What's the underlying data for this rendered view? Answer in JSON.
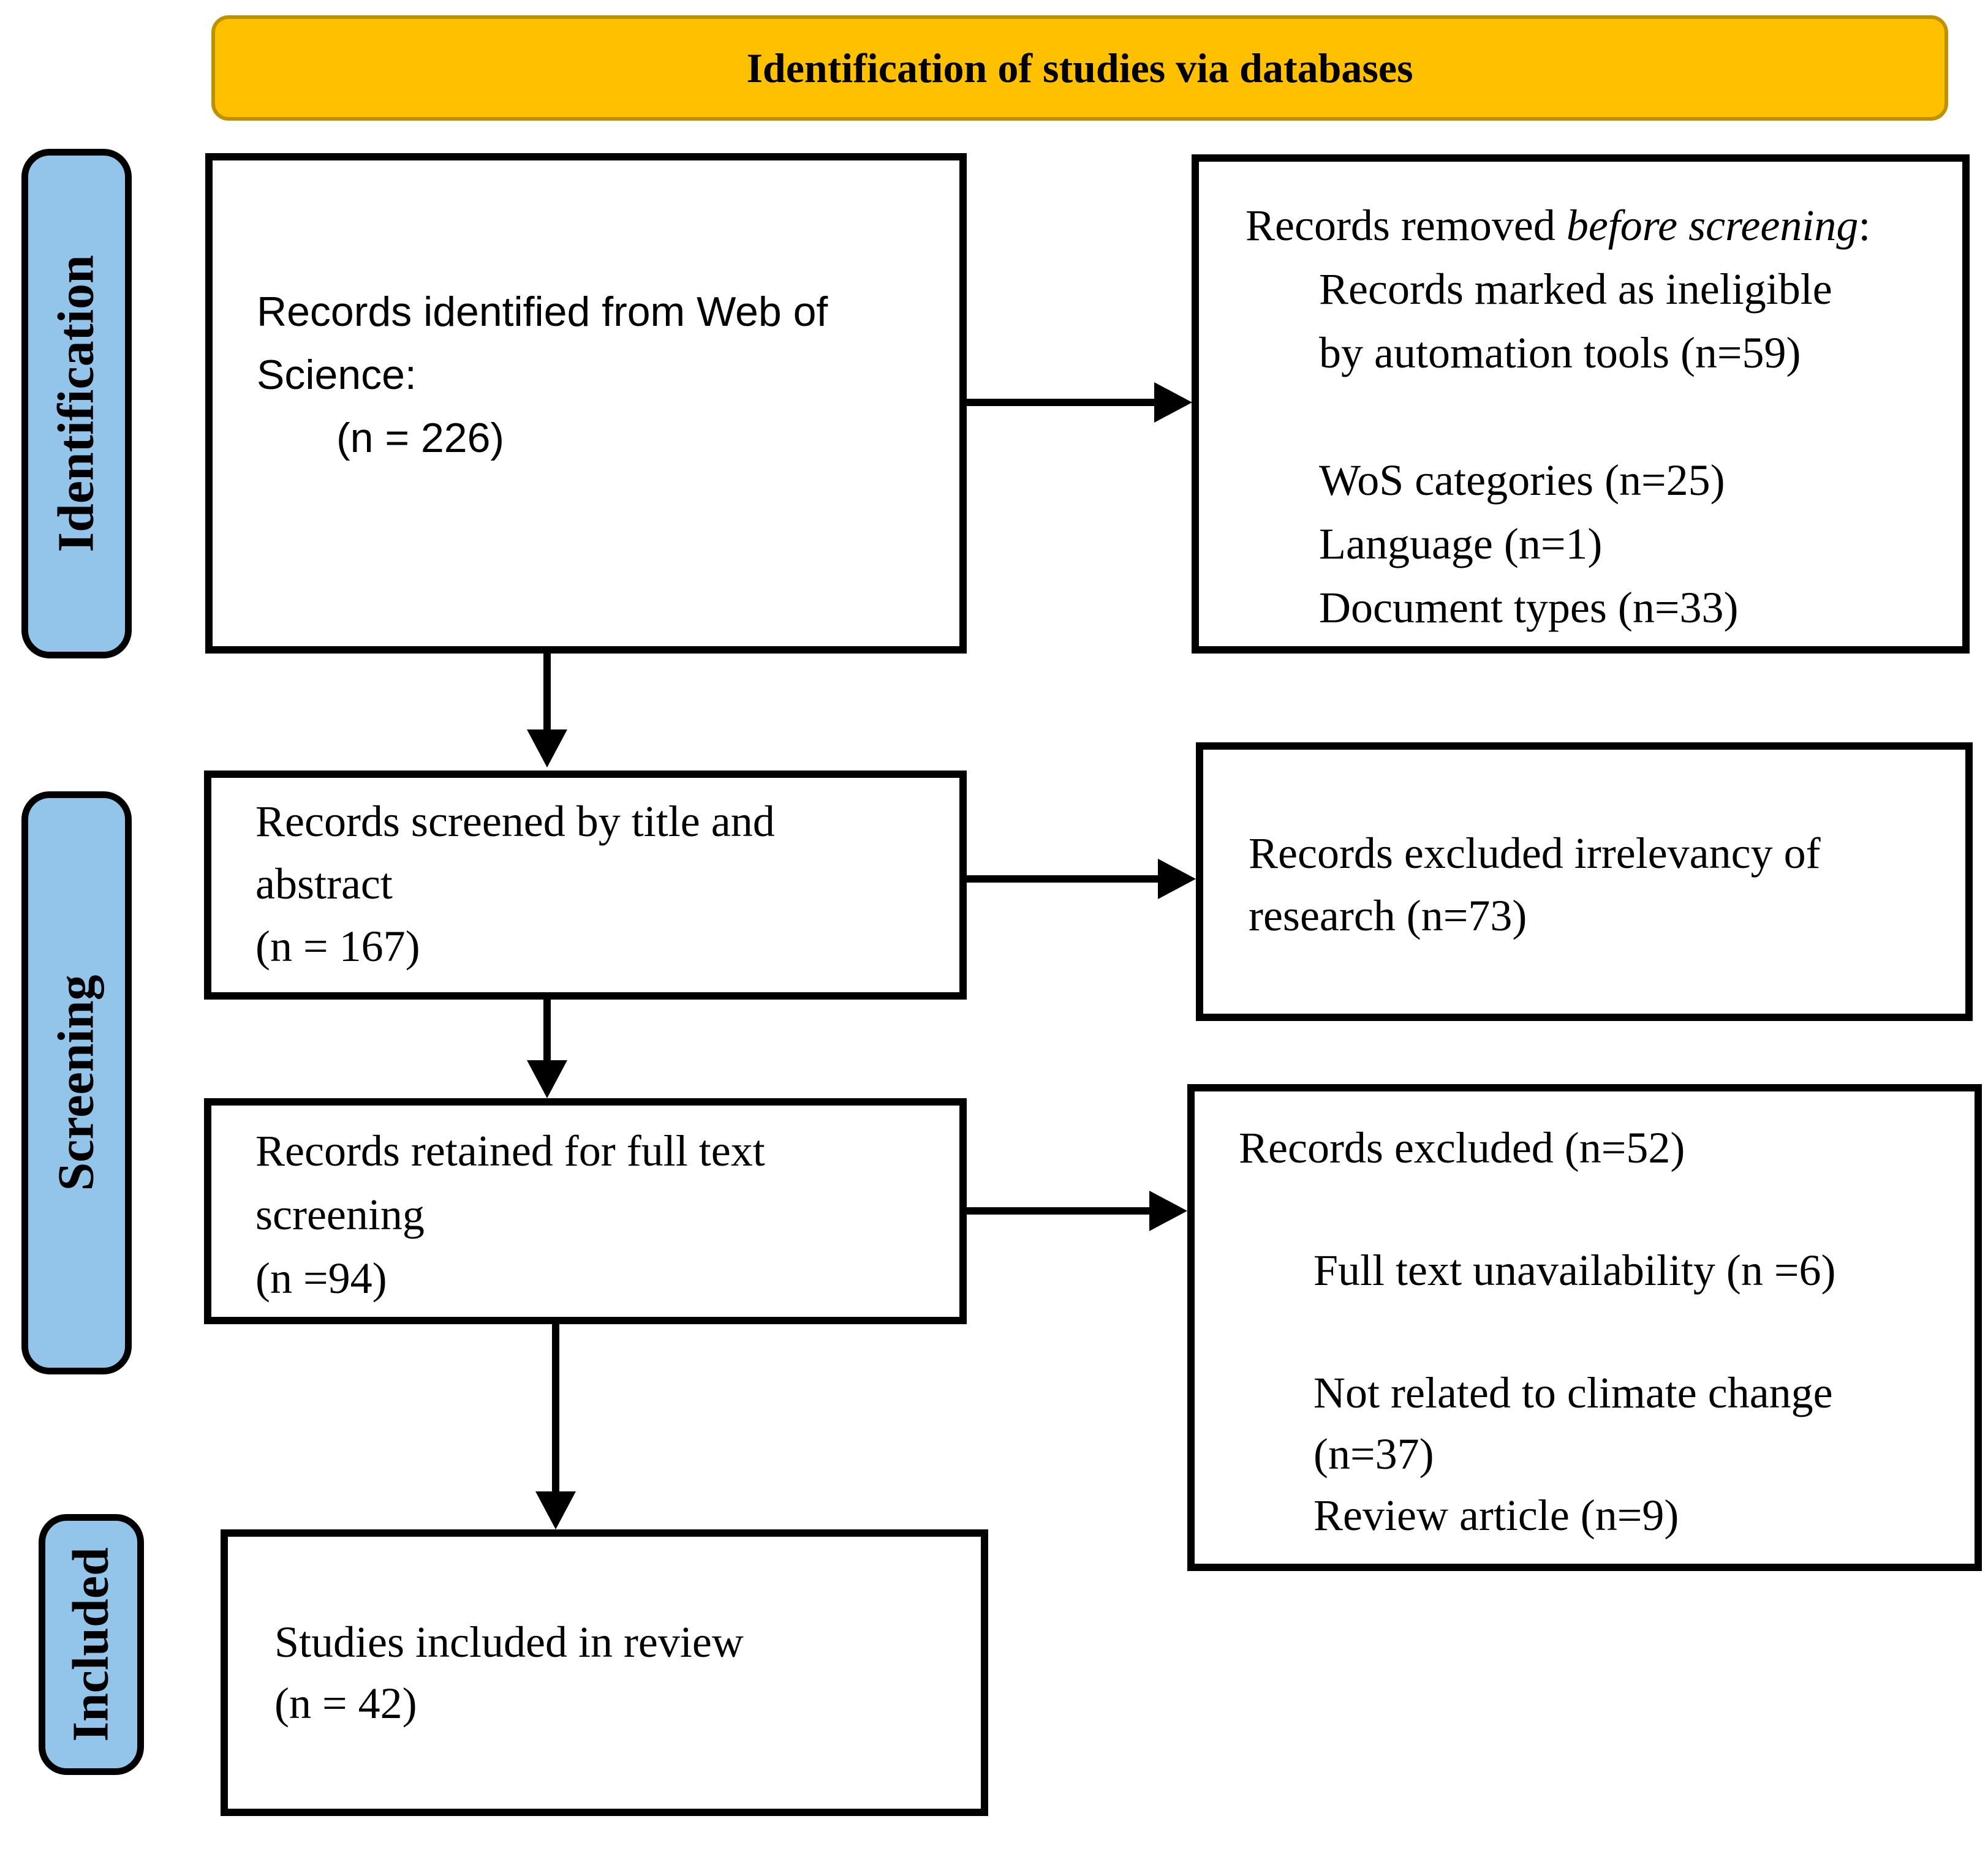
{
  "banner": {
    "title": "Identification of studies via databases"
  },
  "sidebar": {
    "identification": "Identification",
    "screening": "Screening",
    "included": "Included"
  },
  "boxes": {
    "identified": {
      "lines": [
        "Records identified from Web of",
        "Science:"
      ],
      "count": "(n = 226)"
    },
    "removed": {
      "title_prefix": "Records removed ",
      "title_italic": "before screening",
      "title_suffix": ":",
      "items": [
        "Records marked as ineligible",
        "by automation tools (n=59)",
        "WoS categories (n=25)",
        "Language (n=1)",
        "Document types (n=33)"
      ]
    },
    "screened": {
      "lines": [
        "Records screened by title and",
        "abstract",
        "(n = 167)"
      ]
    },
    "excluded_irrelevancy": {
      "lines": [
        "Records excluded irrelevancy of",
        "research (n=73)"
      ]
    },
    "retained": {
      "lines": [
        "Records retained for full text",
        "screening",
        "(n =94)"
      ]
    },
    "excluded_fulltext": {
      "title": "Records excluded (n=52)",
      "items": [
        "Full text unavailability (n =6)",
        "Not related to climate change",
        "(n=37)",
        "Review article (n=9)"
      ]
    },
    "included_studies": {
      "lines": [
        "Studies included in review",
        "(n = 42)"
      ]
    }
  },
  "colors": {
    "banner_fill": "#FFC000",
    "banner_border": "#BF9000",
    "stage_fill": "#92C5E9",
    "box_border": "#000000",
    "arrow": "#000000"
  }
}
